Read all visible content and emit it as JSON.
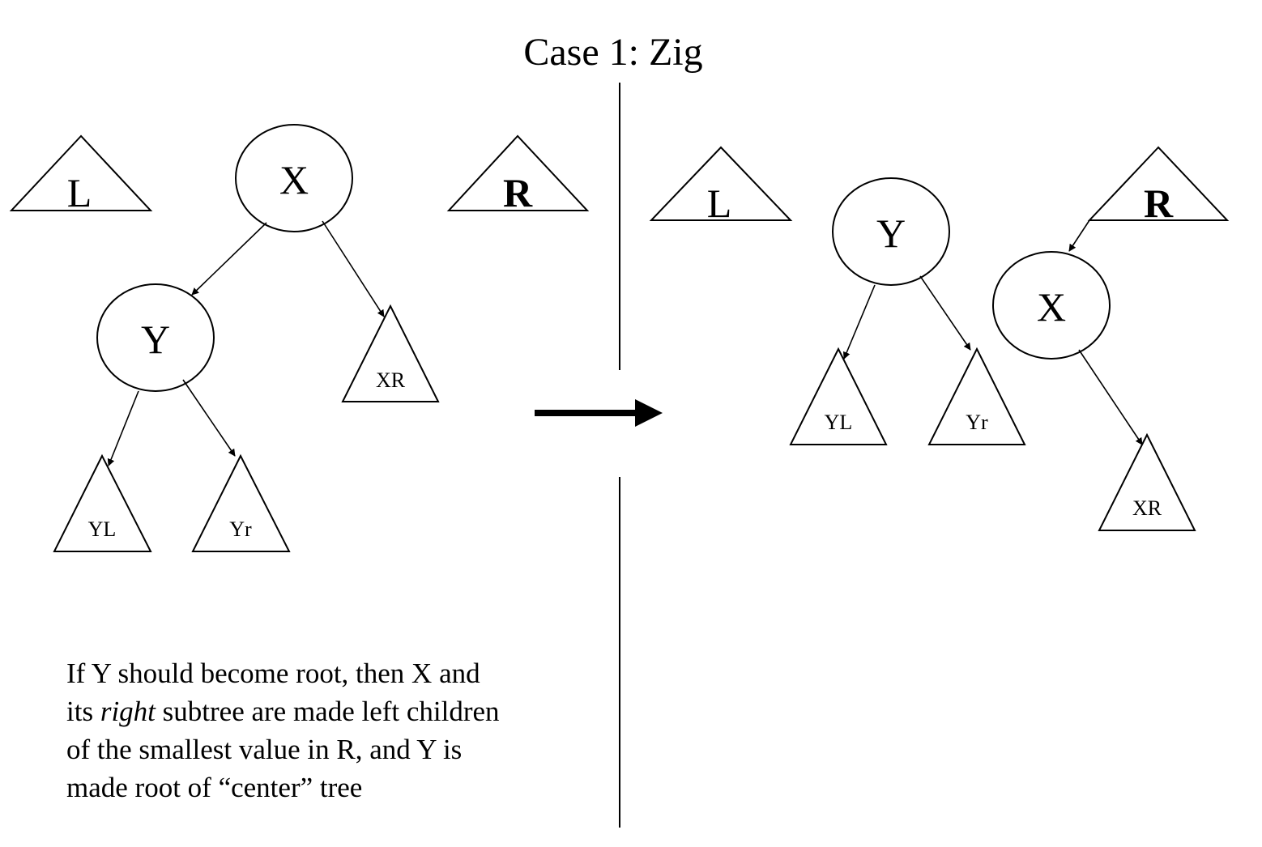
{
  "title": "Case 1: Zig",
  "before": {
    "left_tree": "L",
    "right_tree": "R",
    "root": "X",
    "child": "Y",
    "subtrees": {
      "yl": "YL",
      "yr": "Yr",
      "xr": "XR"
    }
  },
  "after": {
    "left_tree": "L",
    "right_tree": "R",
    "root": "Y",
    "moved_node": "X",
    "subtrees": {
      "yl": "YL",
      "yr": "Yr",
      "xr": "XR"
    }
  },
  "caption": {
    "line1": "If Y should become root, then X and",
    "line2_pre": "its ",
    "line2_em": "right",
    "line2_post": " subtree are made left children",
    "line3": "of the smallest value in R, and Y is",
    "line4": "made root of “center” tree"
  }
}
